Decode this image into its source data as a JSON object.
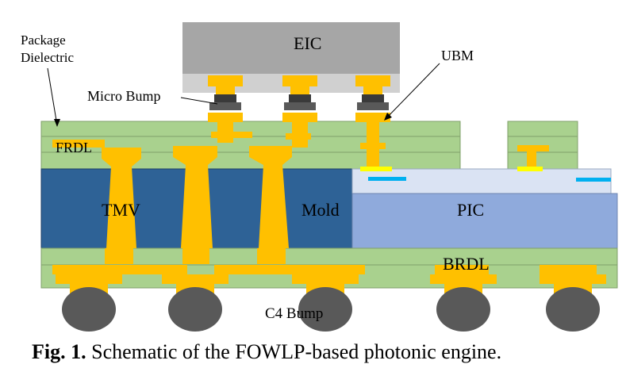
{
  "labels": {
    "package_dielectric_1": "Package",
    "package_dielectric_2": "Dielectric",
    "eic": "EIC",
    "ubm": "UBM",
    "micro_bump": "Micro Bump",
    "frdl": "FRDL",
    "tmv": "TMV",
    "mold": "Mold",
    "pic": "PIC",
    "brdl": "BRDL",
    "c4_bump": "C4 Bump"
  },
  "caption": {
    "prefix": "Fig. 1.",
    "text": " Schematic of the FOWLP-based photonic engine."
  },
  "colors": {
    "dielectric_green": "#a9d18e",
    "mold_blue": "#2e6296",
    "pic_blue": "#8faadc",
    "pic_top": "#dae3f3",
    "copper_gold": "#ffc000",
    "bump_dark": "#3a3a3a",
    "c4_gray": "#595959",
    "eic_gray": "#a6a6a6",
    "eic_base": "#d0d0d0",
    "pad_yellow": "#ffff00",
    "waveguide_cyan": "#00b0f0"
  }
}
